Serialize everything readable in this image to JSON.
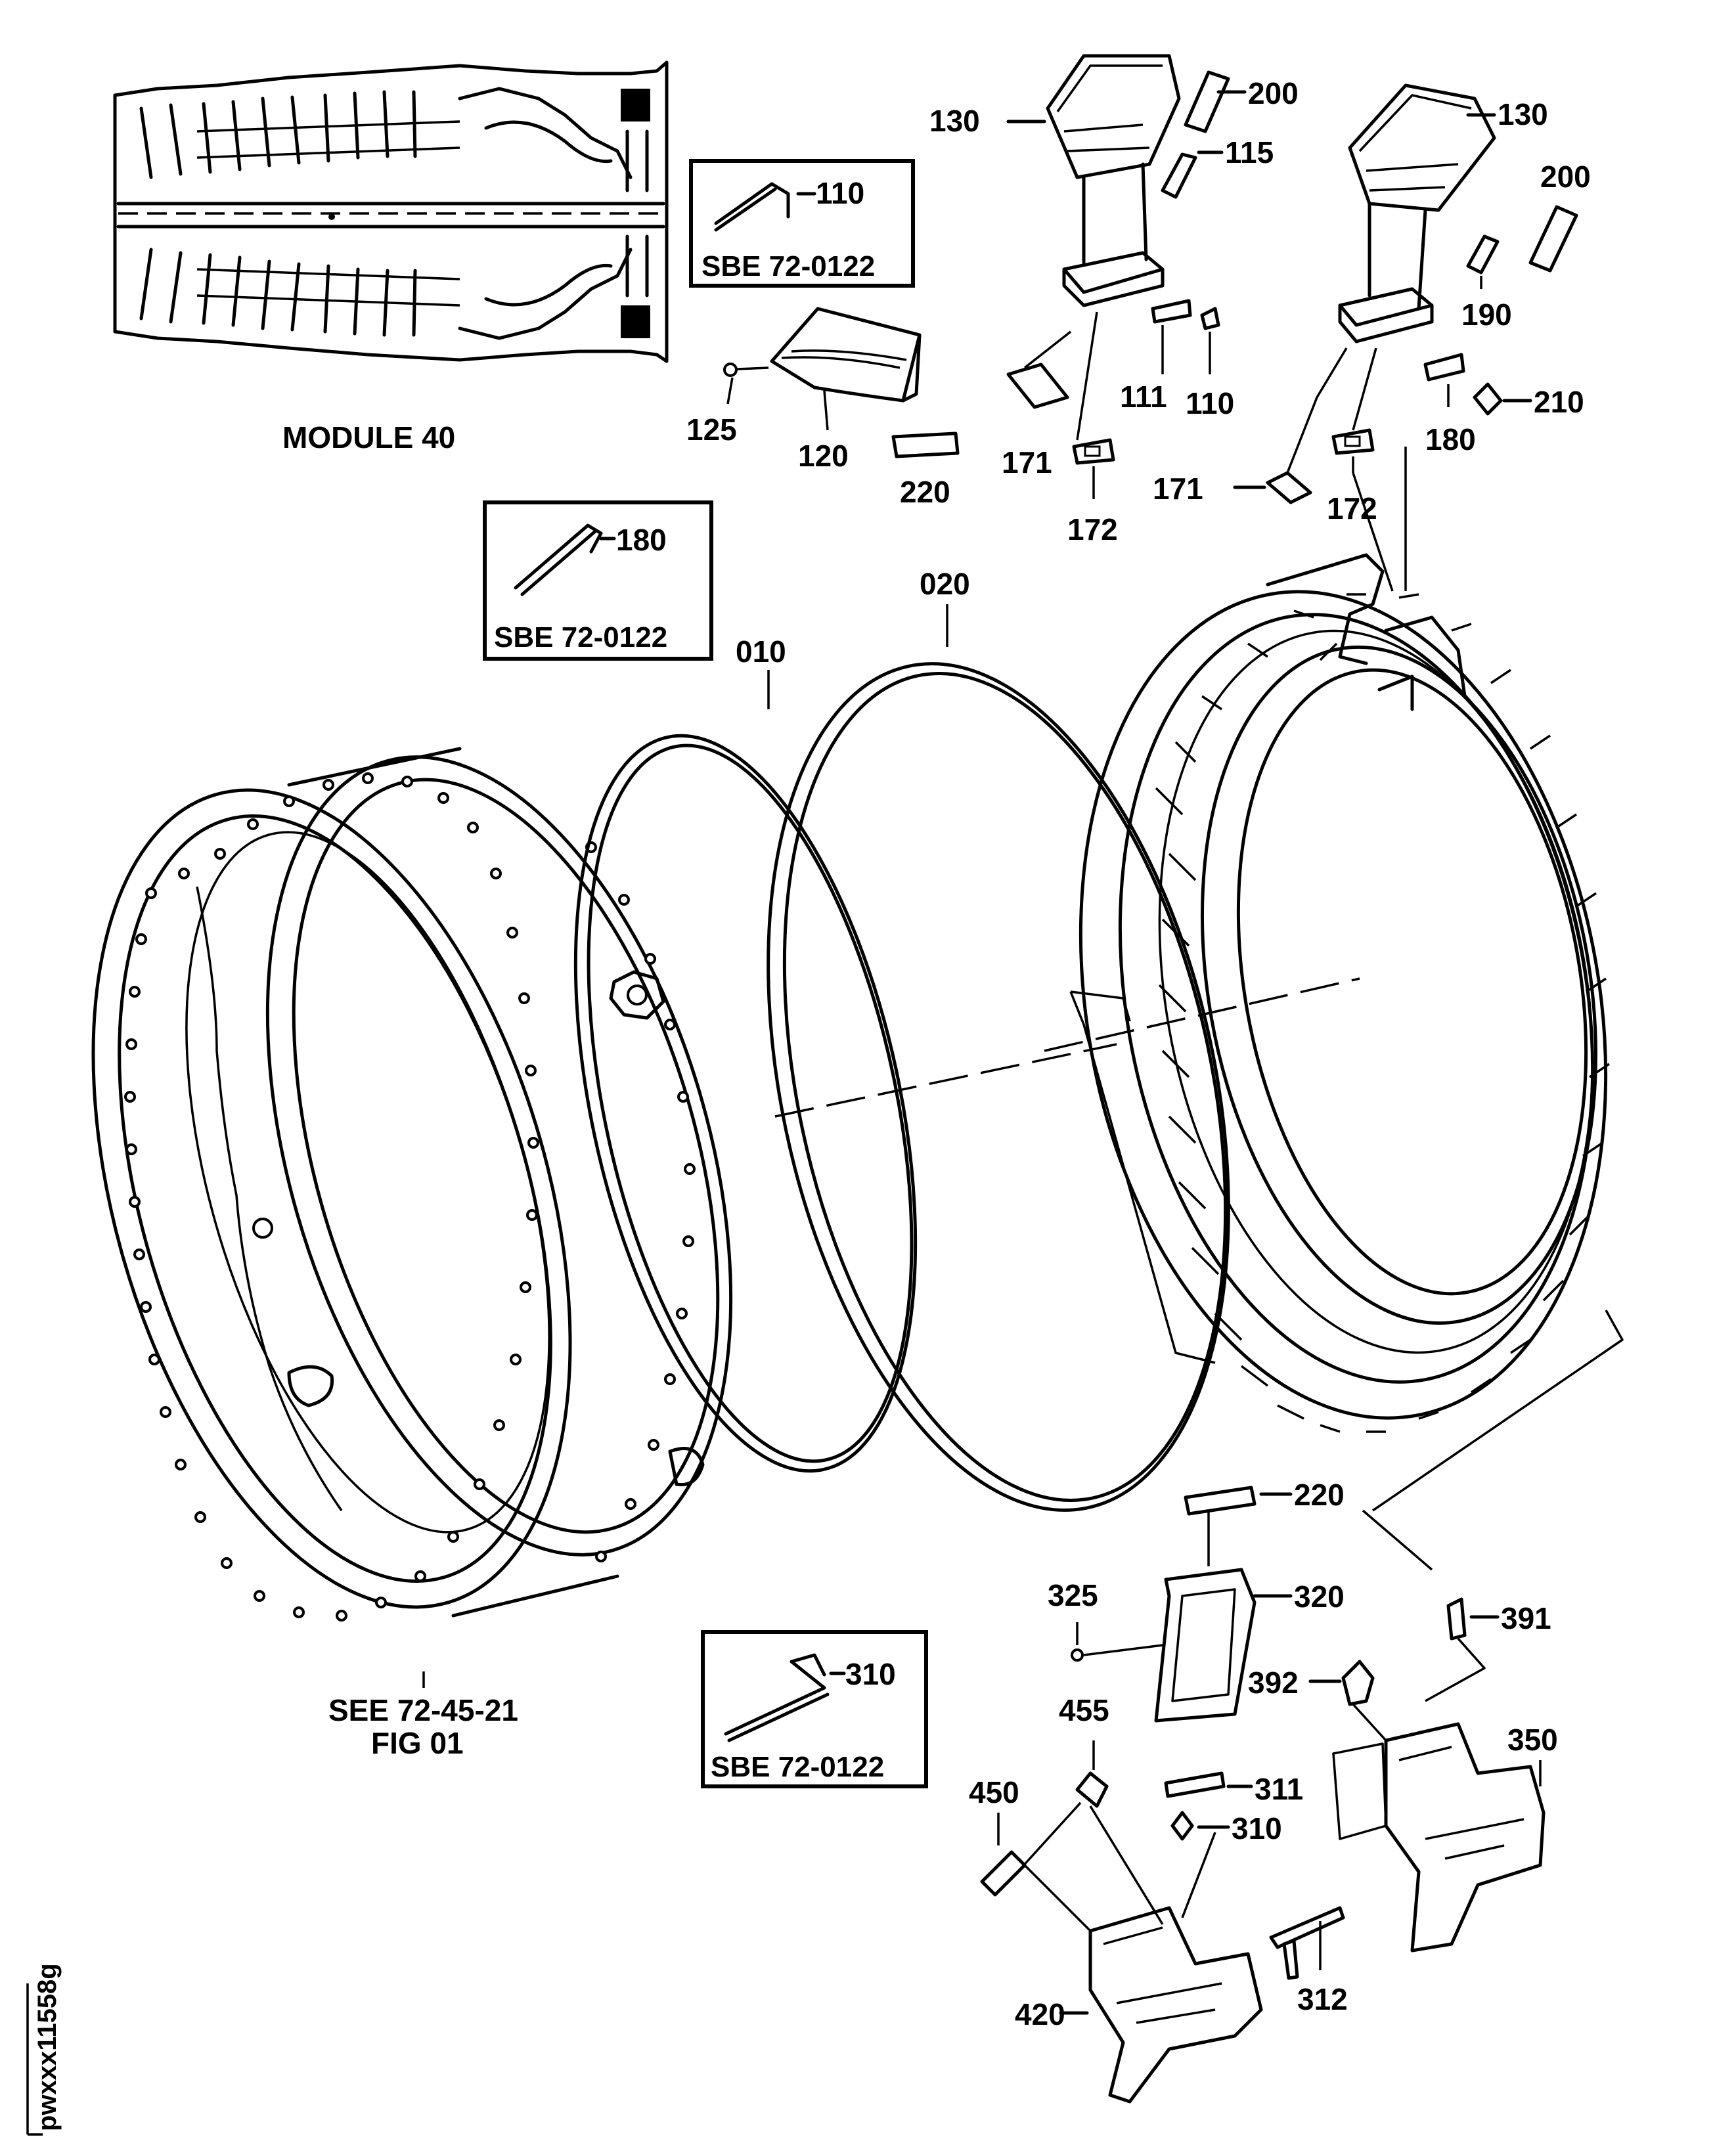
{
  "module": {
    "label": "MODULE 40"
  },
  "callouts": {
    "c010": "010",
    "c020": "020",
    "c110a": "110",
    "c110b": "110",
    "c111": "111",
    "c115": "115",
    "c120": "120",
    "c125": "125",
    "c130a": "130",
    "c130b": "130",
    "c171a": "171",
    "c171b": "171",
    "c172a": "172",
    "c172b": "172",
    "c180a": "180",
    "c180b": "180",
    "c190": "190",
    "c200a": "200",
    "c200b": "200",
    "c210": "210",
    "c220a": "220",
    "c220b": "220",
    "c310a": "310",
    "c310b": "310",
    "c311": "311",
    "c312": "312",
    "c320": "320",
    "c325": "325",
    "c350": "350",
    "c391": "391",
    "c392": "392",
    "c420": "420",
    "c450": "450",
    "c455": "455"
  },
  "sbe_boxes": [
    {
      "part": "110",
      "ref": "SBE 72-0122"
    },
    {
      "part": "180",
      "ref": "SBE 72-0122"
    },
    {
      "part": "310",
      "ref": "SBE 72-0122"
    }
  ],
  "see_ref": {
    "line1": "SEE 72-45-21",
    "line2": "FIG 01"
  },
  "figure_id": "pwxxx11558g"
}
